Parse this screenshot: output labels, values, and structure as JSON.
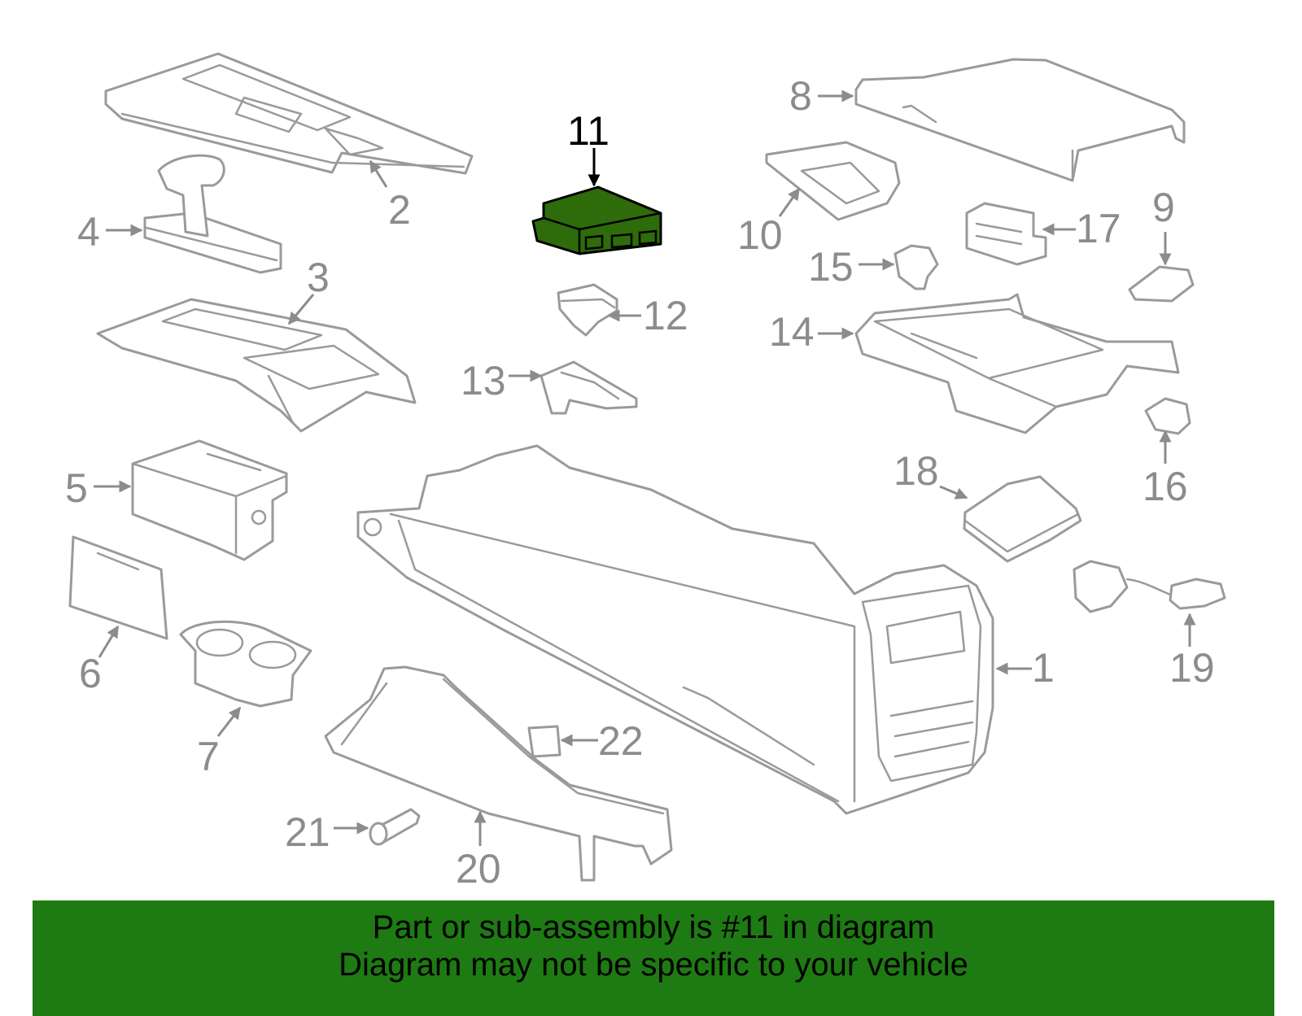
{
  "diagram": {
    "highlighted_part": "11",
    "callouts": [
      "1",
      "2",
      "3",
      "4",
      "5",
      "6",
      "7",
      "8",
      "9",
      "10",
      "11",
      "12",
      "13",
      "14",
      "15",
      "16",
      "17",
      "18",
      "19",
      "20",
      "21",
      "22"
    ],
    "colors": {
      "highlight_fill": "#2e6b0a",
      "banner": "#1e7a12",
      "part_stroke": "#9a9a9a",
      "label": "#8c8c8c"
    }
  },
  "banner": {
    "line1": "Part or sub-assembly is #11 in diagram",
    "line2": "Diagram may not be specific to your vehicle"
  }
}
